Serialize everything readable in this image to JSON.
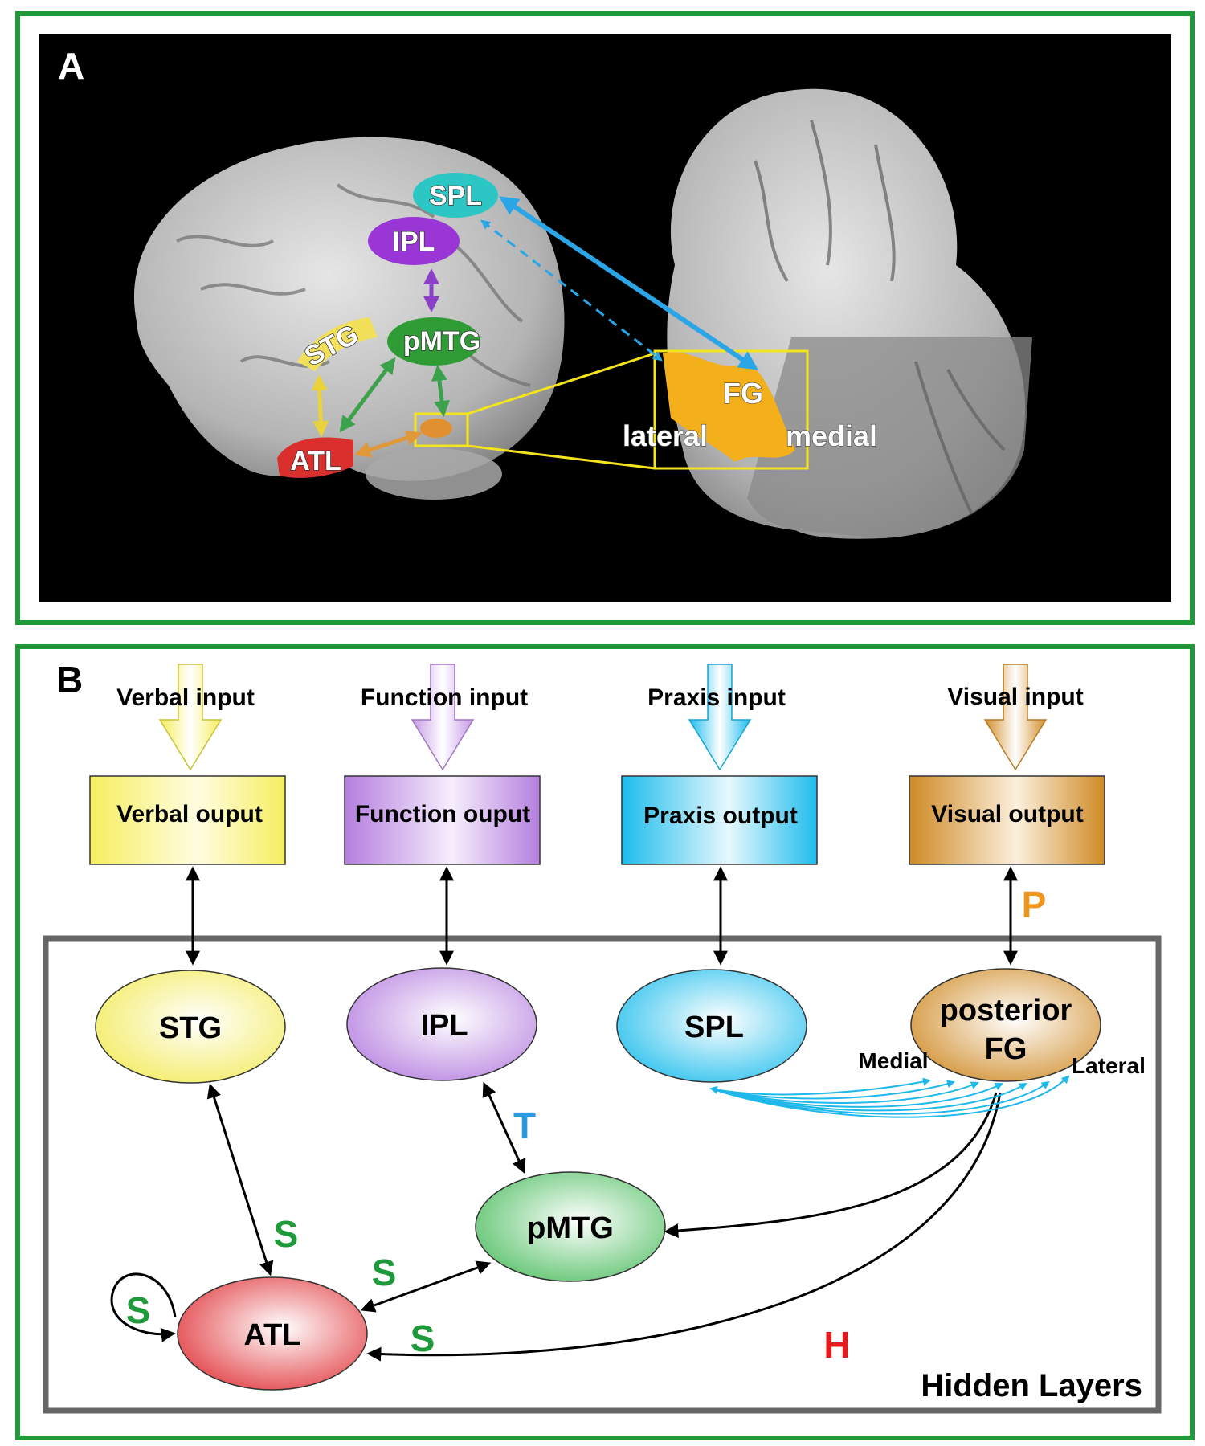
{
  "panel_a": {
    "letter": "A",
    "regions": {
      "spl": "SPL",
      "ipl": "IPL",
      "stg": "STG",
      "pmtg": "pMTG",
      "atl": "ATL",
      "fg": "FG"
    },
    "fg_sides": {
      "lateral": "lateral",
      "medial": "medial"
    }
  },
  "panel_b": {
    "letter": "B",
    "inputs": [
      "Verbal input",
      "Function input",
      "Praxis input",
      "Visual input"
    ],
    "outputs": [
      "Verbal ouput",
      "Function ouput",
      "Praxis output",
      "Visual output"
    ],
    "nodes": {
      "stg": "STG",
      "ipl": "IPL",
      "spl": "SPL",
      "fg_line1": "posterior",
      "fg_line2": "FG",
      "pmtg": "pMTG",
      "atl": "ATL"
    },
    "fg_sides": {
      "medial": "Medial",
      "lateral": "Lateral"
    },
    "connection_labels": {
      "p": "P",
      "t": "T",
      "s_stg_atl": "S",
      "s_pmtg_atl": "S",
      "s_fg_atl": "S",
      "s_loop": "S",
      "h": "H"
    },
    "hidden_layers": "Hidden Layers"
  },
  "colors": {
    "frame_green": "#1e9a3a",
    "verbal_yellow": "#f7f06a",
    "function_purple": "#b985e0",
    "praxis_cyan": "#2cc6f0",
    "visual_orange": "#d9962e",
    "pmtg_green": "#5cc36c",
    "atl_red": "#e0363a",
    "label_green": "#1e9a3a",
    "label_blue": "#2a9be0",
    "label_orange": "#f0951e",
    "label_red": "#e41b1b"
  }
}
